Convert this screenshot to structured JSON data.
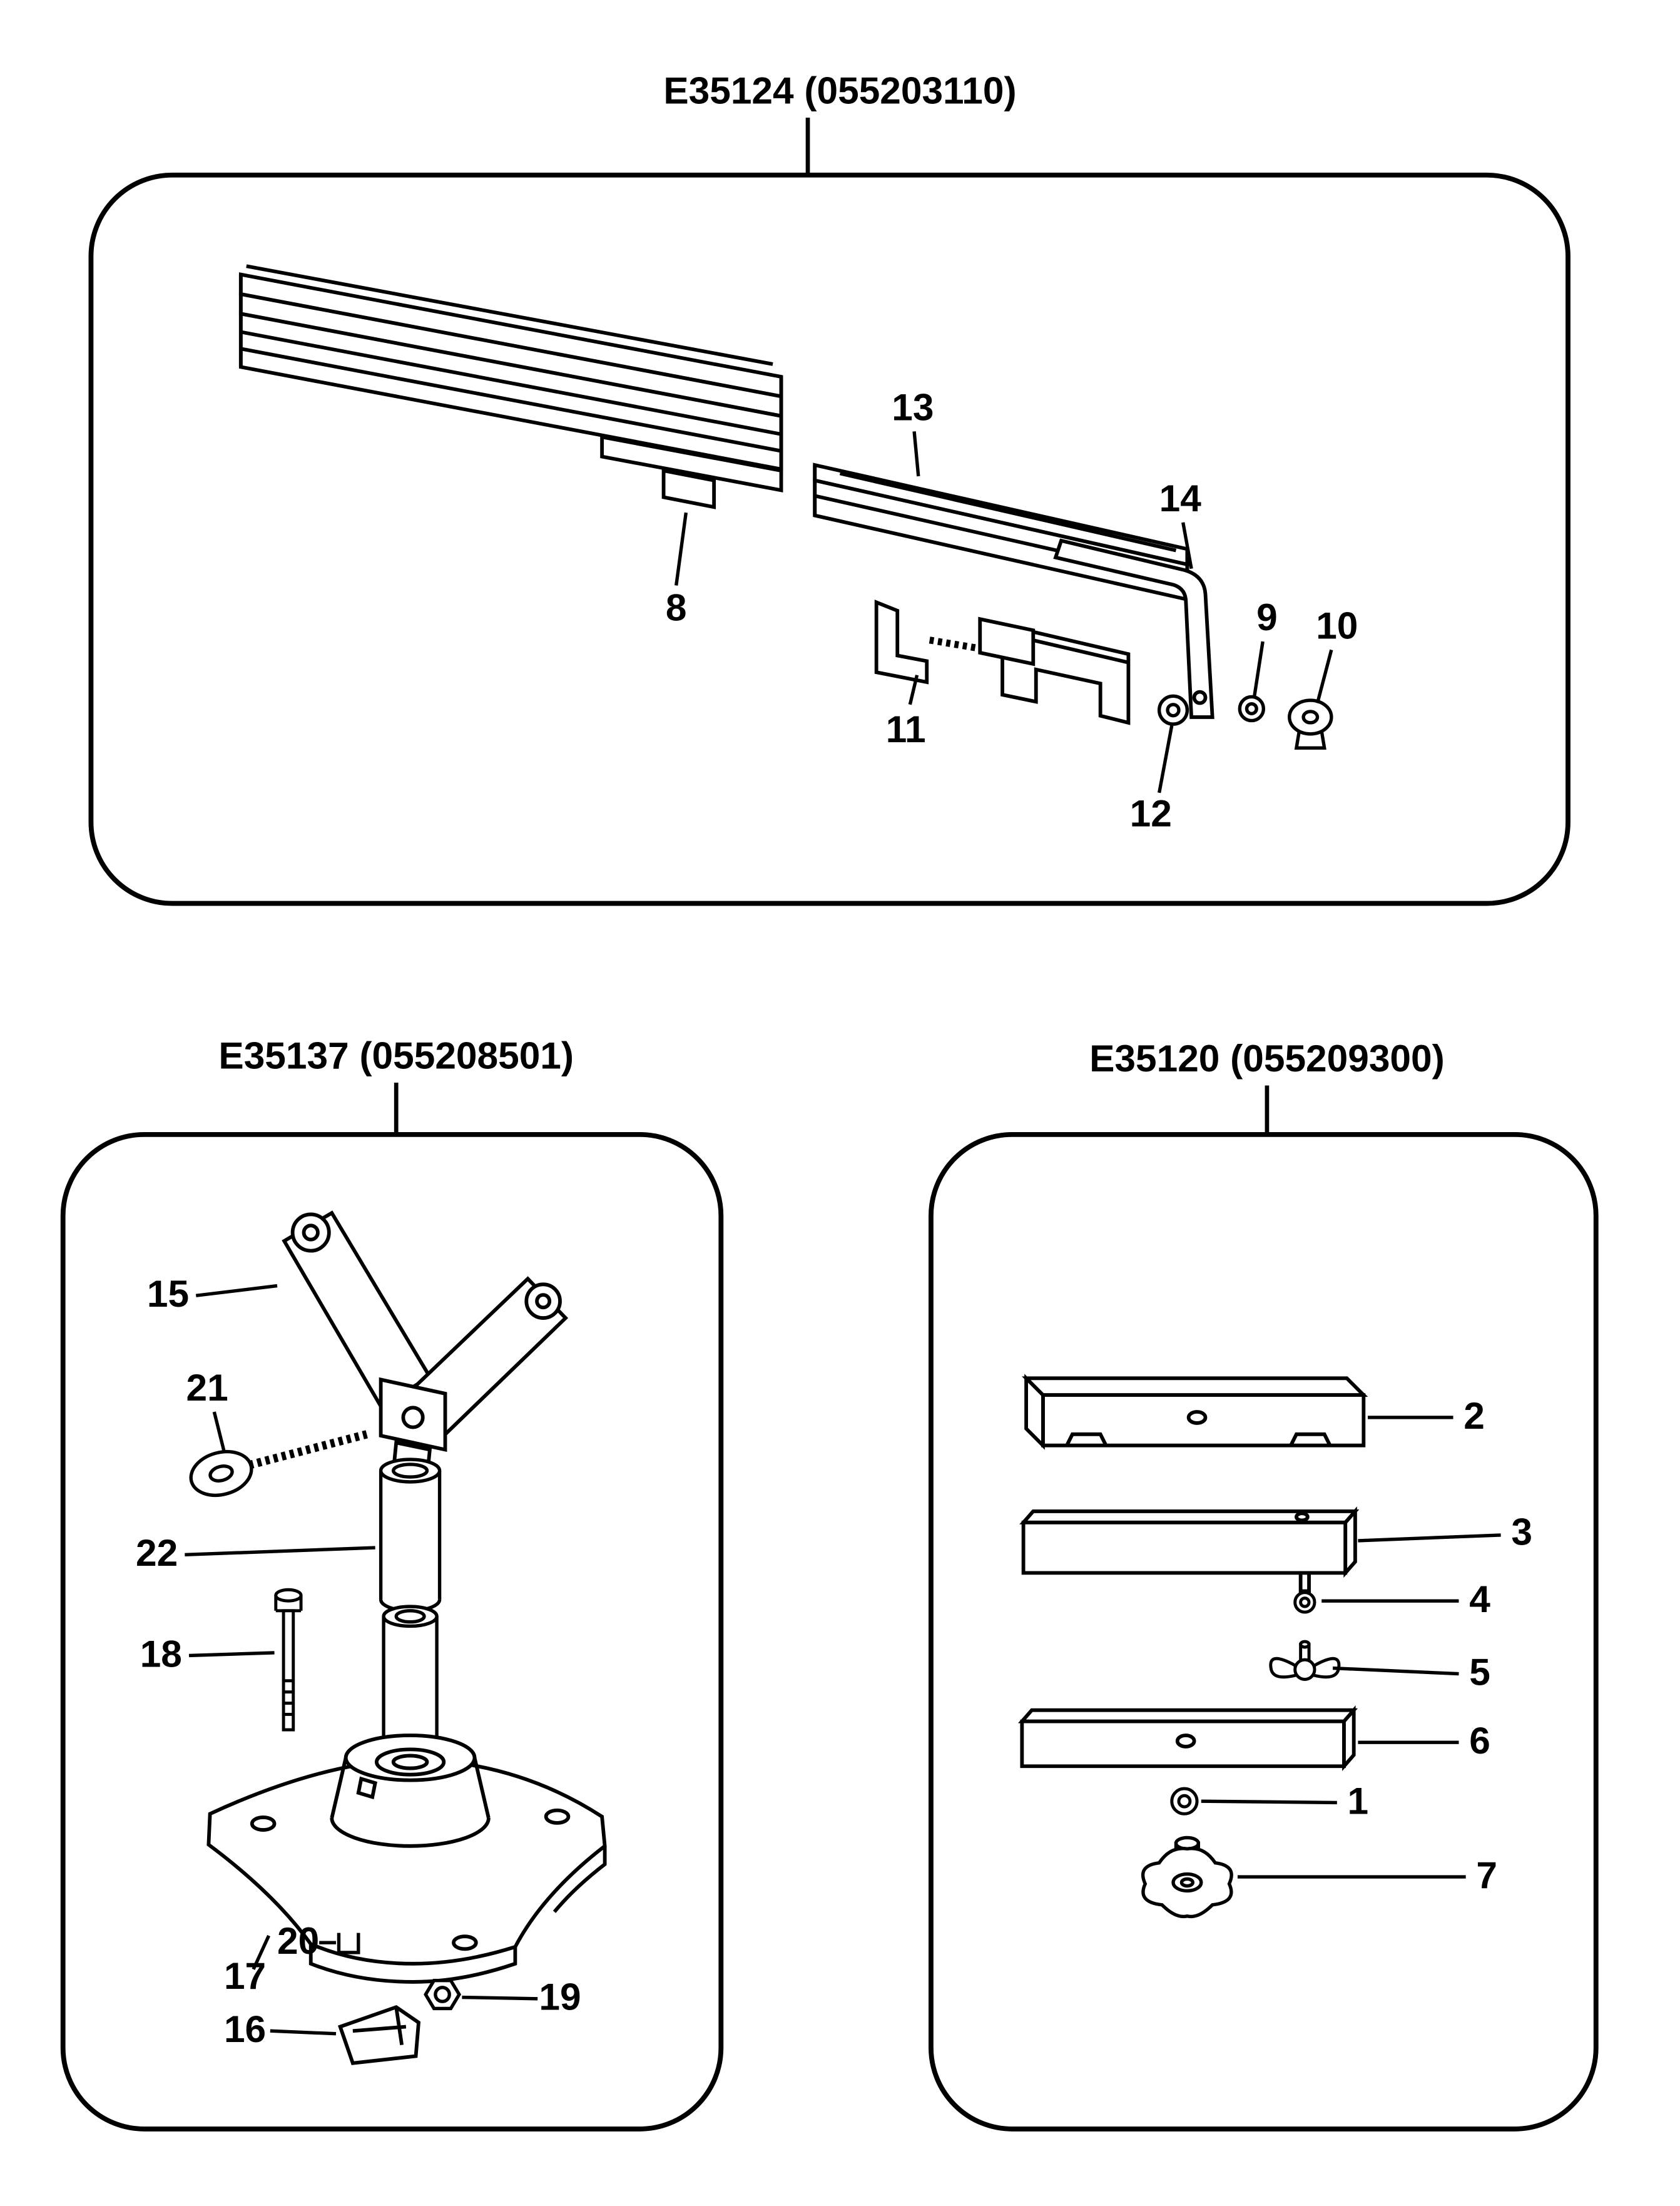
{
  "page": {
    "background": "#ffffff",
    "ink": "#000000"
  },
  "panels": [
    {
      "code": "E35124",
      "title": "E35124  (055203110)",
      "callouts": [
        {
          "label": "8"
        },
        {
          "label": "13"
        },
        {
          "label": "14"
        },
        {
          "label": "11"
        },
        {
          "label": "12"
        },
        {
          "label": "9"
        },
        {
          "label": "10"
        }
      ]
    },
    {
      "code": "E35137",
      "title": "E35137  (055208501)",
      "callouts": [
        {
          "label": "15"
        },
        {
          "label": "21"
        },
        {
          "label": "22"
        },
        {
          "label": "18"
        },
        {
          "label": "17"
        },
        {
          "label": "20"
        },
        {
          "label": "16"
        },
        {
          "label": "19"
        }
      ]
    },
    {
      "code": "E35120",
      "title": "E35120  (055209300)",
      "callouts": [
        {
          "label": "2"
        },
        {
          "label": "3"
        },
        {
          "label": "4"
        },
        {
          "label": "5"
        },
        {
          "label": "6"
        },
        {
          "label": "1"
        },
        {
          "label": "7"
        }
      ]
    }
  ]
}
